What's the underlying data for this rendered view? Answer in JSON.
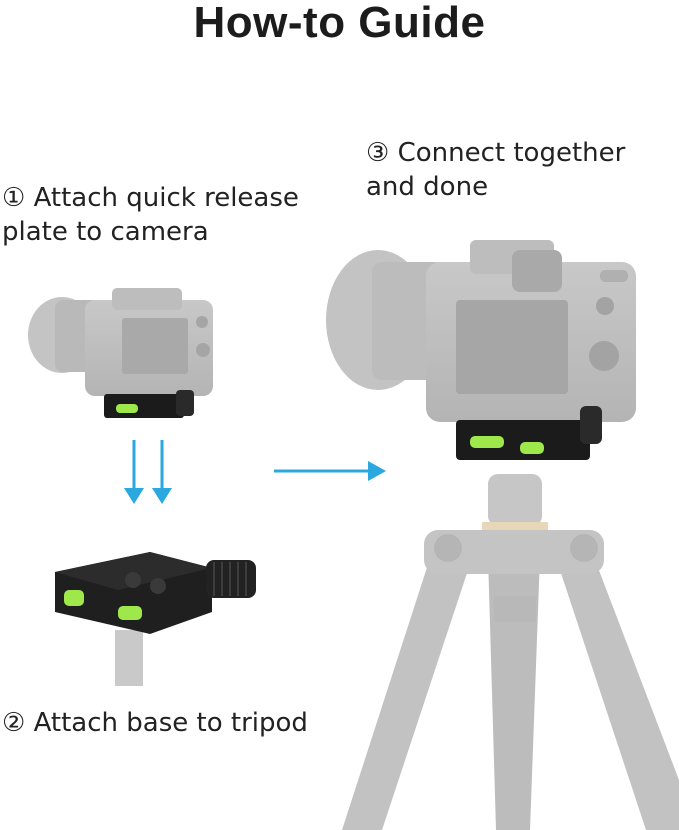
{
  "page": {
    "title": "How-to Guide",
    "steps": [
      {
        "number": "①",
        "text": "Attach quick release plate to camera"
      },
      {
        "number": "②",
        "text": "Attach base to tripod"
      },
      {
        "number": "③",
        "text": "Connect together and done"
      }
    ],
    "colors": {
      "arrow": "#2aa8df",
      "bubble_level": "#9fe84c",
      "clamp_black": "#1b1b1b",
      "faded_gray": "#bdbdbd"
    },
    "icons": [
      "down-arrow-icon",
      "down-arrow-icon",
      "right-arrow-icon"
    ]
  }
}
